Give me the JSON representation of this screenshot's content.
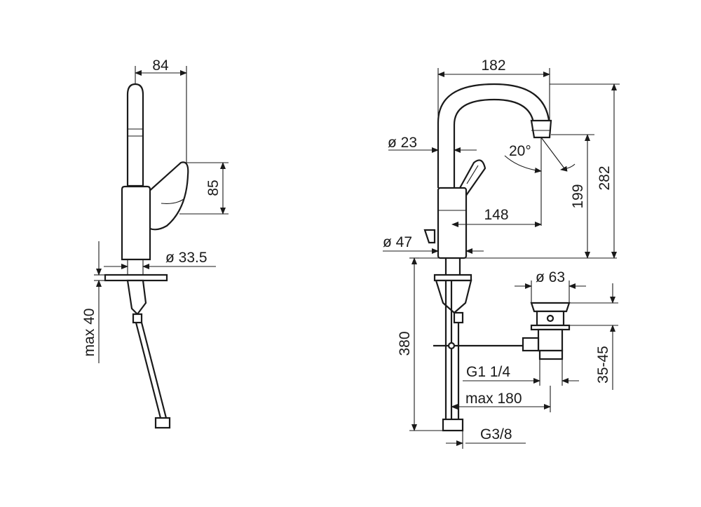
{
  "side_view": {
    "dims": {
      "width": "84",
      "handle_height": "85",
      "hole_diameter": "ø 33.5",
      "deck_thickness": "max 40"
    }
  },
  "front_view": {
    "dims": {
      "overall_width": "182",
      "spout_diameter": "ø 23",
      "swivel_angle": "20°",
      "outlet_height": "199",
      "total_height": "282",
      "reach": "148",
      "base_diameter": "ø 47",
      "drain_diameter": "ø 63",
      "hose_length": "380",
      "drain_range": "35-45",
      "drain_thread": "G1 1/4",
      "rod_length": "max 180",
      "inlet_thread": "G3/8"
    }
  }
}
